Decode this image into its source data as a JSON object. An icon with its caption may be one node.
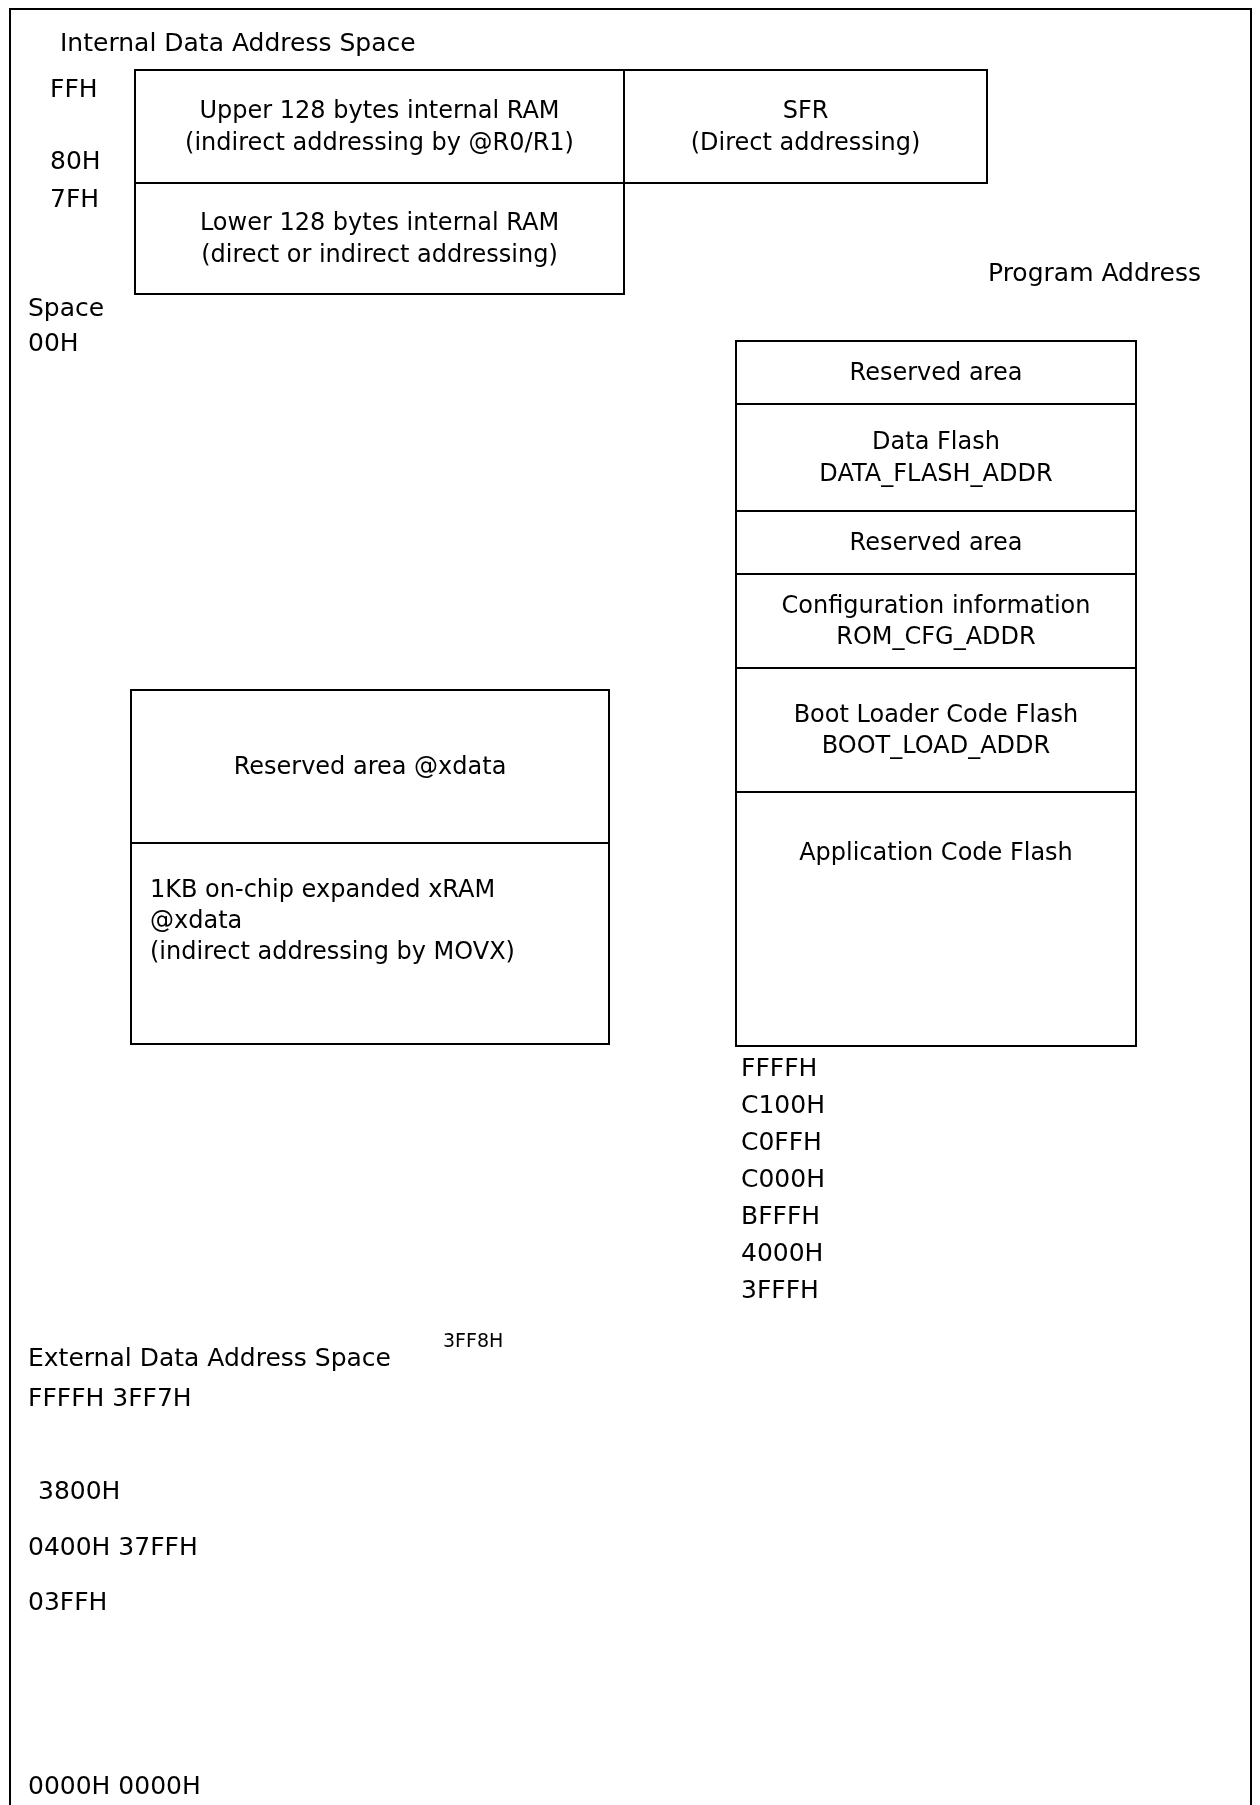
{
  "diagram": {
    "nodes": [
      {
        "text": [
          "Upper 128 bytes internal RAM",
          "(indirect addressing by @R0/R1)"
        ]
      },
      {
        "text": [
          "SFR",
          "(Direct addressing)"
        ]
      },
      {
        "text": [
          "Lower 128 bytes internal RAM",
          "(direct or indirect addressing)"
        ]
      },
      {
        "text": [
          "Reserved area"
        ]
      },
      {
        "text": [
          "Data Flash",
          "DATA_FLASH_ADDR"
        ]
      },
      {
        "text": [
          "Reserved area"
        ]
      },
      {
        "text": [
          "Configuration information",
          "ROM_CFG_ADDR"
        ]
      },
      {
        "text": [
          "Boot Loader Code Flash",
          "BOOT_LOAD_ADDR"
        ]
      },
      {
        "text": [
          "Application Code Flash"
        ]
      },
      {
        "text": [
          "Reserved area @xdata"
        ]
      },
      {
        "text": [
          "1KB on-chip expanded xRAM @xdata",
          "(indirect addressing by MOVX)"
        ]
      }
    ],
    "edges": [],
    "labels": [
      "Internal Data Address Space",
      "FFH",
      "80H",
      "7FH",
      "Program Address",
      "Space",
      "00H",
      "FFFFH",
      "C100H",
      "C0FFH",
      "C000H",
      "BFFFH",
      "4000H",
      "3FFFH",
      "3FF8H",
      "External Data Address Space",
      "FFFFH 3FF7H",
      "3800H",
      "0400H 37FFH",
      "03FFH",
      "0000H 0000H"
    ]
  }
}
